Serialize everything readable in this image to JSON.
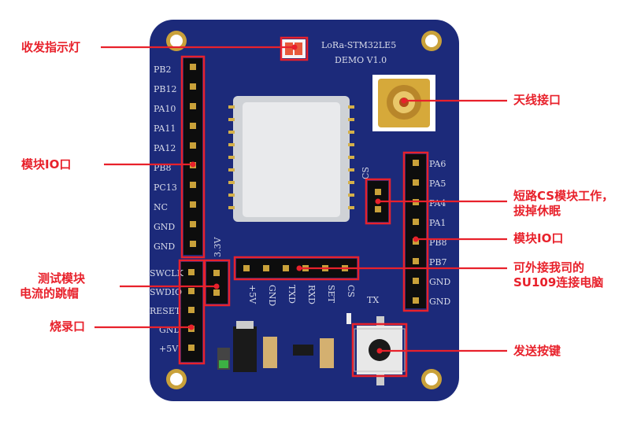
{
  "board": {
    "title_line1": "LoRa-STM32LE5",
    "title_line2": "DEMO V1.0",
    "left_pins": [
      "PB2",
      "PB12",
      "PA10",
      "PA11",
      "PA12",
      "PB8",
      "PC13",
      "NC",
      "GND",
      "GND"
    ],
    "right_pins": [
      "PA6",
      "PA5",
      "PA4",
      "PA1",
      "PB8",
      "PB7",
      "GND",
      "GND"
    ],
    "bottom_pins": [
      "+5V",
      "GND",
      "TXD",
      "RXD",
      "SET",
      "CS"
    ],
    "swd_pins": [
      "SWCLK",
      "SWDIO",
      "RESET",
      "GND",
      "+5V"
    ],
    "jumper_label": "3.3V",
    "tx_label": "TX",
    "cs_label": "CS"
  },
  "callouts": {
    "led": "收发指示灯",
    "module_io_left": "模块IO口",
    "current_jumper_line1": "测试模块",
    "current_jumper_line2": "电流的跳帽",
    "burn_port": "烧录口",
    "antenna": "天线接口",
    "cs_short_line1": "短路CS模块工作，",
    "cs_short_line2": "拔掉休眠",
    "module_io_right": "模块IO口",
    "su109_line1": "可外接我司的",
    "su109_line2": "SU109连接电脑",
    "send_button": "发送按键"
  },
  "colors": {
    "pcb": "#1c2a7a",
    "callout": "#e8212b"
  }
}
